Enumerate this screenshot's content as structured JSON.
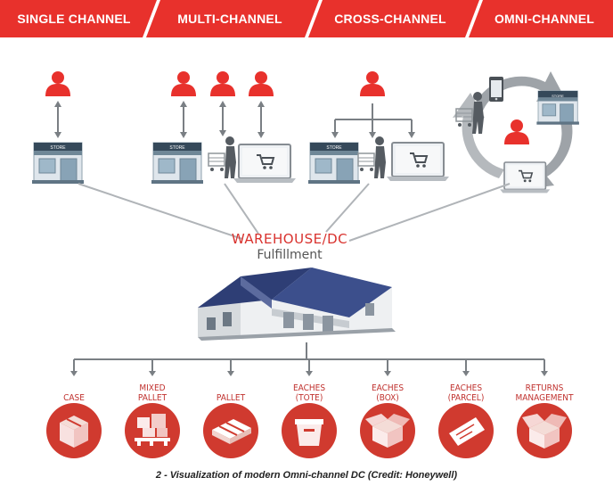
{
  "header": {
    "bands": [
      {
        "label": "SINGLE CHANNEL"
      },
      {
        "label": "MULTI-CHANNEL"
      },
      {
        "label": "CROSS-CHANNEL"
      },
      {
        "label": "OMNI-CHANNEL"
      }
    ],
    "color": "#e8312c"
  },
  "store_sign": "STORE",
  "warehouse": {
    "title": "WAREHOUSE/DC",
    "subtitle": "Fulfillment"
  },
  "categories": [
    {
      "line1": "CASE",
      "line2": "",
      "icon": "case-box-icon"
    },
    {
      "line1": "MIXED",
      "line2": "PALLET",
      "icon": "mixed-pallet-icon"
    },
    {
      "line1": "PALLET",
      "line2": "",
      "icon": "pallet-icon"
    },
    {
      "line1": "EACHES",
      "line2": "(TOTE)",
      "icon": "tote-icon"
    },
    {
      "line1": "EACHES",
      "line2": "(BOX)",
      "icon": "open-box-icon"
    },
    {
      "line1": "EACHES",
      "line2": "(PARCEL)",
      "icon": "parcel-icon"
    },
    {
      "line1": "RETURNS",
      "line2": "MANAGEMENT",
      "icon": "returns-box-icon"
    }
  ],
  "colors": {
    "accent": "#e8312c",
    "circle": "#d03a2f",
    "gray": "#9a9ea2",
    "dark": "#4a5056"
  },
  "caption": "2 - Visualization of modern Omni-channel DC (Credit: Honeywell)"
}
